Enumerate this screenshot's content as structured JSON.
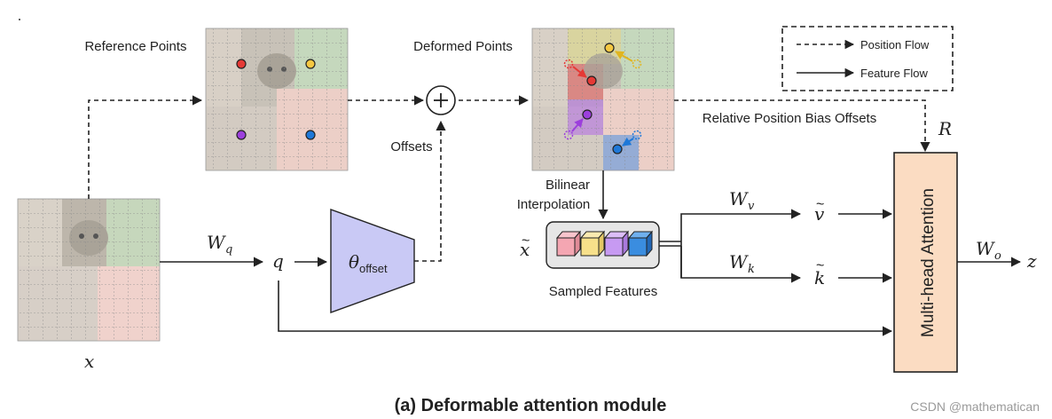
{
  "labels": {
    "reference_points": "Reference Points",
    "deformed_points": "Deformed Points",
    "offsets": "Offsets",
    "relative_bias": "Relative Position Bias Offsets",
    "bilinear_line1": "Bilinear",
    "bilinear_line2": "Interpolation",
    "sampled_features": "Sampled Features",
    "caption": "(a)  Deformable attention module",
    "watermark": "CSDN @mathematican"
  },
  "legend": {
    "position_flow": "Position Flow",
    "feature_flow": "Feature Flow"
  },
  "math": {
    "x": "x",
    "x_tilde": "x",
    "q": "q",
    "wq_main": "W",
    "wq_sub": "q",
    "theta": "θ",
    "theta_sub": "offset",
    "wv_main": "W",
    "wv_sub": "v",
    "wk_main": "W",
    "wk_sub": "k",
    "v_tilde": "v",
    "k_tilde": "k",
    "r": "R",
    "wo_main": "W",
    "wo_sub": "o",
    "z": "z"
  },
  "attention_block": {
    "label": "Multi-head Attention",
    "fill": "#fbdcc2"
  },
  "colors": {
    "offset_network": "#c9c9f5",
    "point_red": "#e53935",
    "point_yellow": "#f5c842",
    "point_purple": "#9c3fdc",
    "point_blue": "#1e78d8",
    "cube_pink": "#f4a6b2",
    "cube_yellow": "#f7e08a",
    "cube_purple": "#c79af2",
    "cube_blue": "#3a8de0"
  },
  "icons": {
    "plus": "plus-circle-icon"
  }
}
